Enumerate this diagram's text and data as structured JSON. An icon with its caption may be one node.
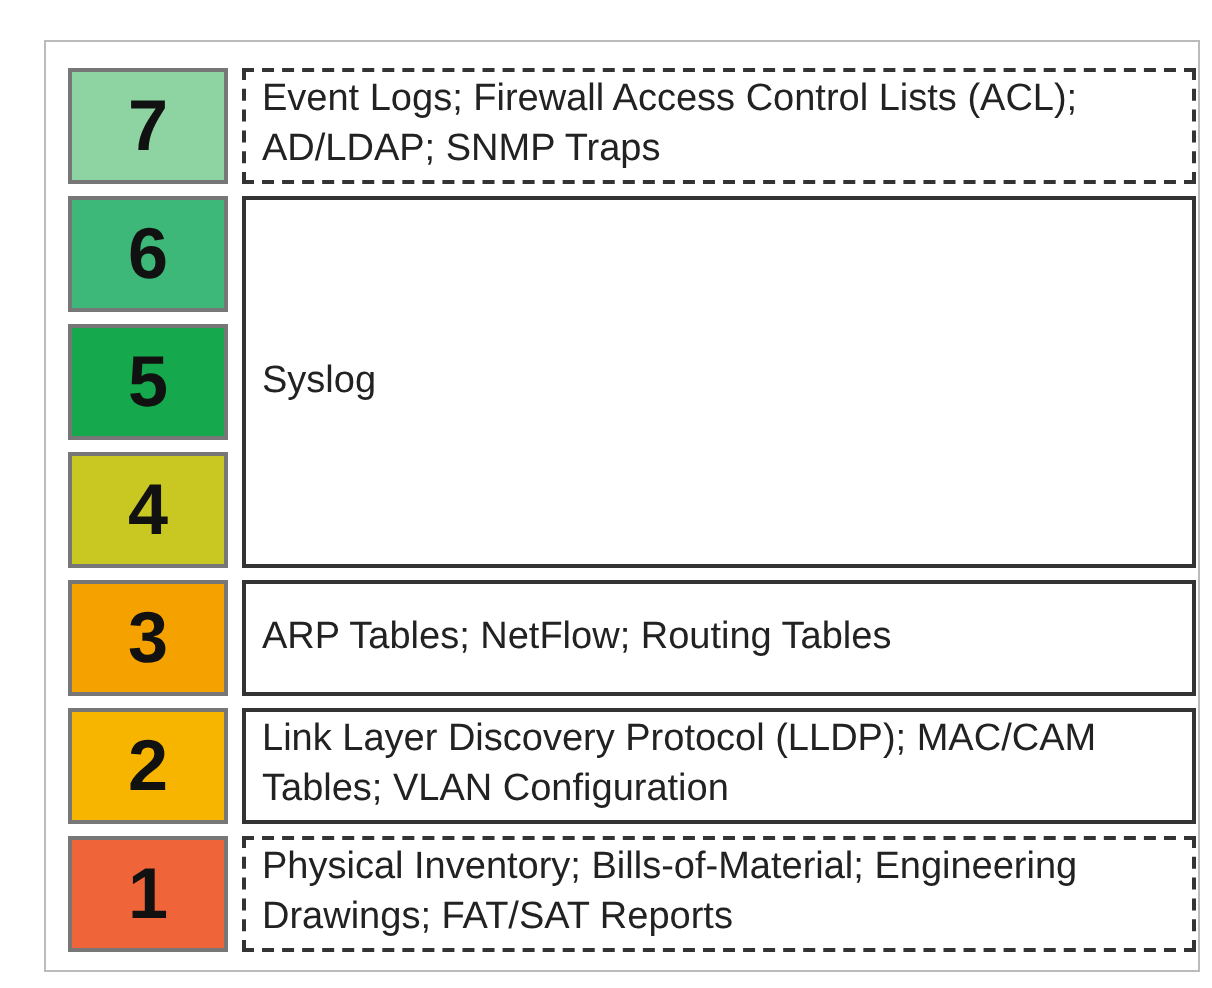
{
  "diagram": {
    "nodes": [
      {
        "text": [
          "7"
        ]
      },
      {
        "text": [
          "Event Logs; Firewall Access Control Lists (ACL); AD/LDAP; SNMP Traps"
        ]
      },
      {
        "text": [
          "6"
        ]
      },
      {
        "text": [
          "Syslog"
        ]
      },
      {
        "text": [
          "5"
        ]
      },
      {
        "text": [
          "4"
        ]
      },
      {
        "text": [
          "3"
        ]
      },
      {
        "text": [
          "ARP Tables; NetFlow; Routing Tables"
        ]
      },
      {
        "text": [
          "2"
        ]
      },
      {
        "text": [
          "Link Layer Discovery Protocol (LLDP); MAC/CAM Tables; VLAN Configuration"
        ]
      },
      {
        "text": [
          "1"
        ]
      },
      {
        "text": [
          "Physical Inventory; Bills-of-Material; Engineering Drawings; FAT/SAT Reports"
        ]
      }
    ]
  }
}
